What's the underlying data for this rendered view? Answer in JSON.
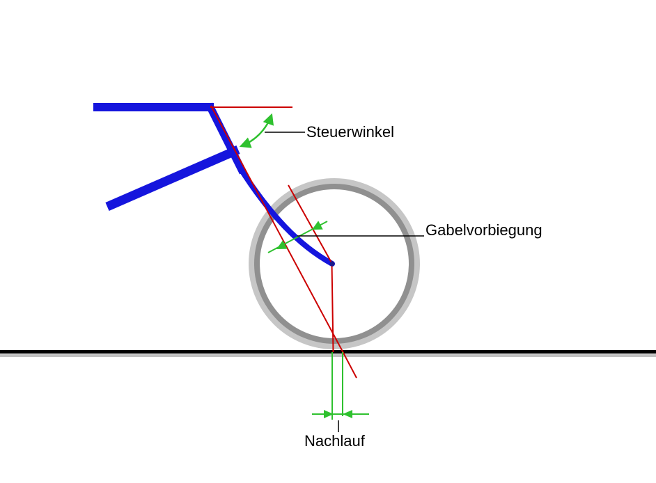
{
  "diagram": {
    "labels": {
      "steering_angle": "Steuerwinkel",
      "fork_offset": "Gabelvorbiegung",
      "trail": "Nachlauf"
    },
    "colors": {
      "background": "#ffffff",
      "frame": "#1515dd",
      "axis": "#cc0000",
      "dimension": "#2fc12f",
      "rim_outer": "#c6c6c6",
      "rim_inner": "#909090",
      "ground": "#000000",
      "ground_shadow": "#c0c0c0",
      "leader": "#000000",
      "axle": "#1a1a8c",
      "text": "#000000"
    }
  }
}
